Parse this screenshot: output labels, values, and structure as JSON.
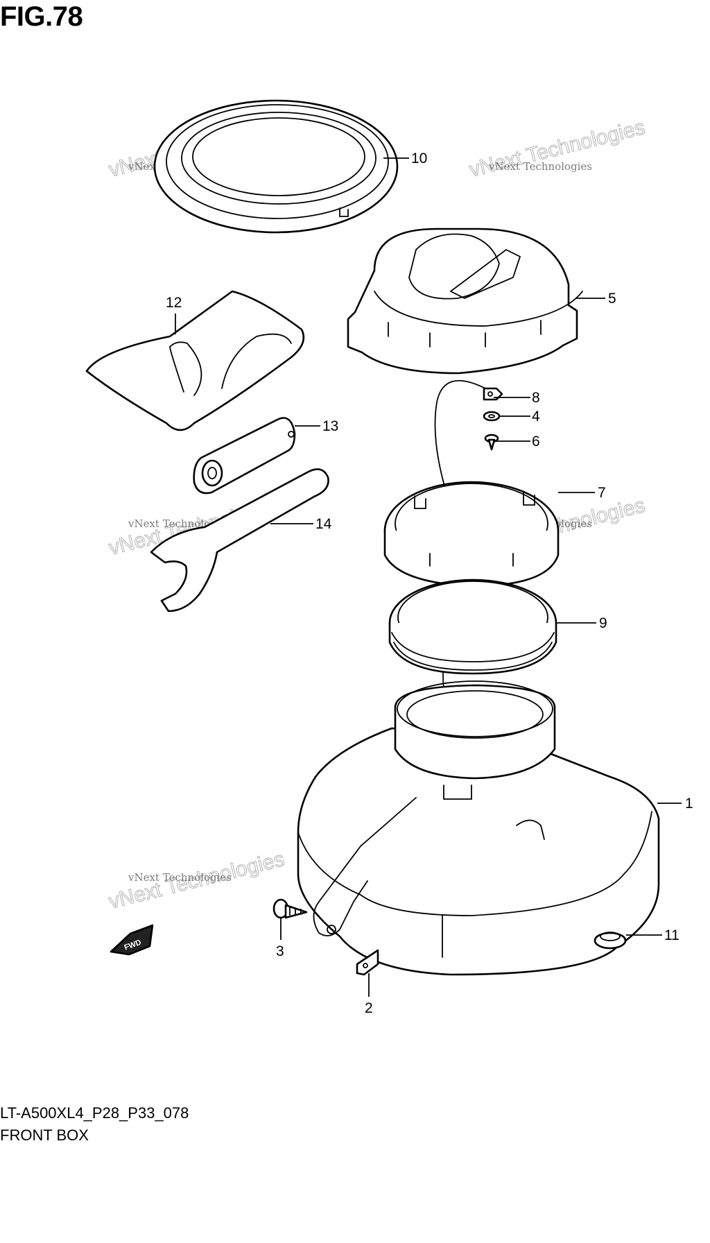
{
  "figure": {
    "title": "FIG.78",
    "code": "LT-A500XL4_P28_P33_078",
    "name": "FRONT BOX"
  },
  "callouts": [
    "1",
    "2",
    "3",
    "4",
    "5",
    "6",
    "7",
    "8",
    "9",
    "10",
    "11",
    "12",
    "13",
    "14"
  ],
  "watermark": {
    "small": "vNext Technologies",
    "large": "vNext Technologies"
  },
  "direction_marker": "FWD"
}
